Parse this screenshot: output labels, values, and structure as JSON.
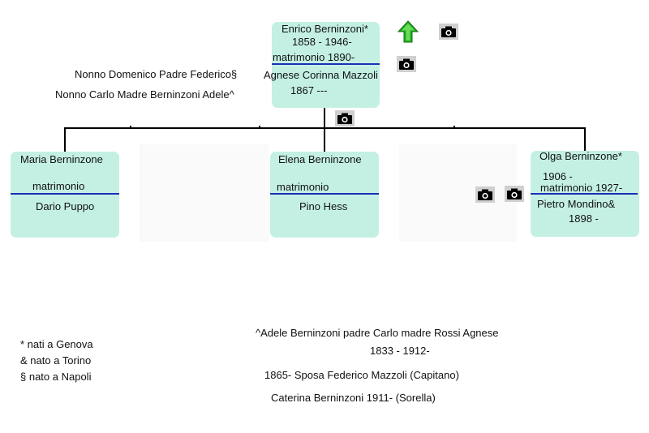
{
  "colors": {
    "box_fill": "#c4f0e4",
    "separator": "#1a2fb8",
    "connector": "#000000",
    "arrow": "#22aa22"
  },
  "icons": {
    "photo": "camera-icon",
    "parent_link": "up-arrow-icon"
  },
  "root": {
    "name": "Enrico Berninzoni*",
    "dates": "1858 - 1946-",
    "marriage": "matrimonio 1890-",
    "spouse": "Agnese Corinna Mazzoli",
    "spouse_dates": "1867 ---"
  },
  "grandparents": {
    "paternal": "Nonno Domenico Padre Federico§",
    "maternal": "Nonno Carlo Madre Berninzoni Adele^"
  },
  "children": [
    {
      "name": "Maria Berninzone",
      "marriage": "matrimonio",
      "spouse": "Dario Puppo"
    },
    {
      "name": "Elena Berninzone",
      "marriage": "matrimonio",
      "spouse": "Pino Hess"
    },
    {
      "name": "Olga Berninzone*",
      "dates": "1906 -",
      "marriage": "matrimonio 1927-",
      "spouse": "Pietro Mondino&",
      "spouse_dates": "1898 -"
    }
  ],
  "legend": [
    "* nati a Genova",
    "& nato a Torino",
    "§ nato a Napoli"
  ],
  "notes": [
    "^Adele Berninzoni padre Carlo madre Rossi Agnese",
    "1833 - 1912-",
    "1865- Sposa Federico Mazzoli (Capitano)",
    "Caterina Berninzoni 1911- (Sorella)"
  ]
}
